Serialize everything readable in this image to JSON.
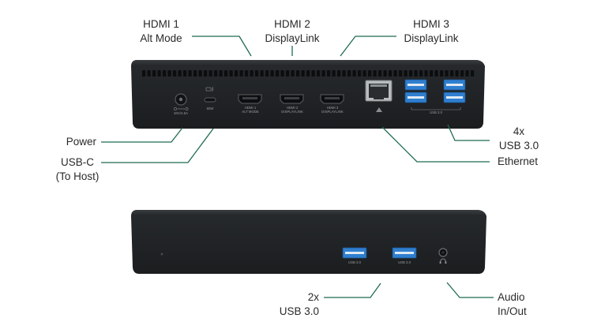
{
  "theme": {
    "leader_color": "#1f6b50",
    "body_color": "#1f2224",
    "usb_blue": "#2f7fd0"
  },
  "callouts": {
    "hdmi1": {
      "line1": "HDMI 1",
      "line2": "Alt Mode"
    },
    "hdmi2": {
      "line1": "HDMI 2",
      "line2": "DisplayLink"
    },
    "hdmi3": {
      "line1": "HDMI 3",
      "line2": "DisplayLink"
    },
    "power": {
      "line1": "Power"
    },
    "usbc": {
      "line1": "USB-C",
      "line2": "(To Host)"
    },
    "usb4": {
      "line1": "4x",
      "line2": "USB 3.0"
    },
    "ethernet": {
      "line1": "Ethernet"
    },
    "usb2": {
      "line1": "2x",
      "line2": "USB 3.0"
    },
    "audio": {
      "line1": "Audio",
      "line2": "In/Out"
    }
  },
  "device_labels": {
    "power_rating": "20V/4.5A",
    "usbc_label": "60W",
    "hdmi1_label_a": "HDMI 1",
    "hdmi1_label_b": "ALT MODE",
    "hdmi2_label_a": "HDMI 2",
    "hdmi2_label_b": "DISPLAYLINK",
    "hdmi3_label_a": "HDMI 3",
    "hdmi3_label_b": "DISPLAYLINK",
    "usb_group_label": "USB 3.0",
    "front_usb_a": "USB 3.0",
    "front_usb_b": "USB 3.0"
  },
  "icons": {
    "power_polarity": "polarity-icon",
    "usbc": "laptop-lightning-icon",
    "ethernet": "network-icon",
    "audio": "headset-icon"
  }
}
